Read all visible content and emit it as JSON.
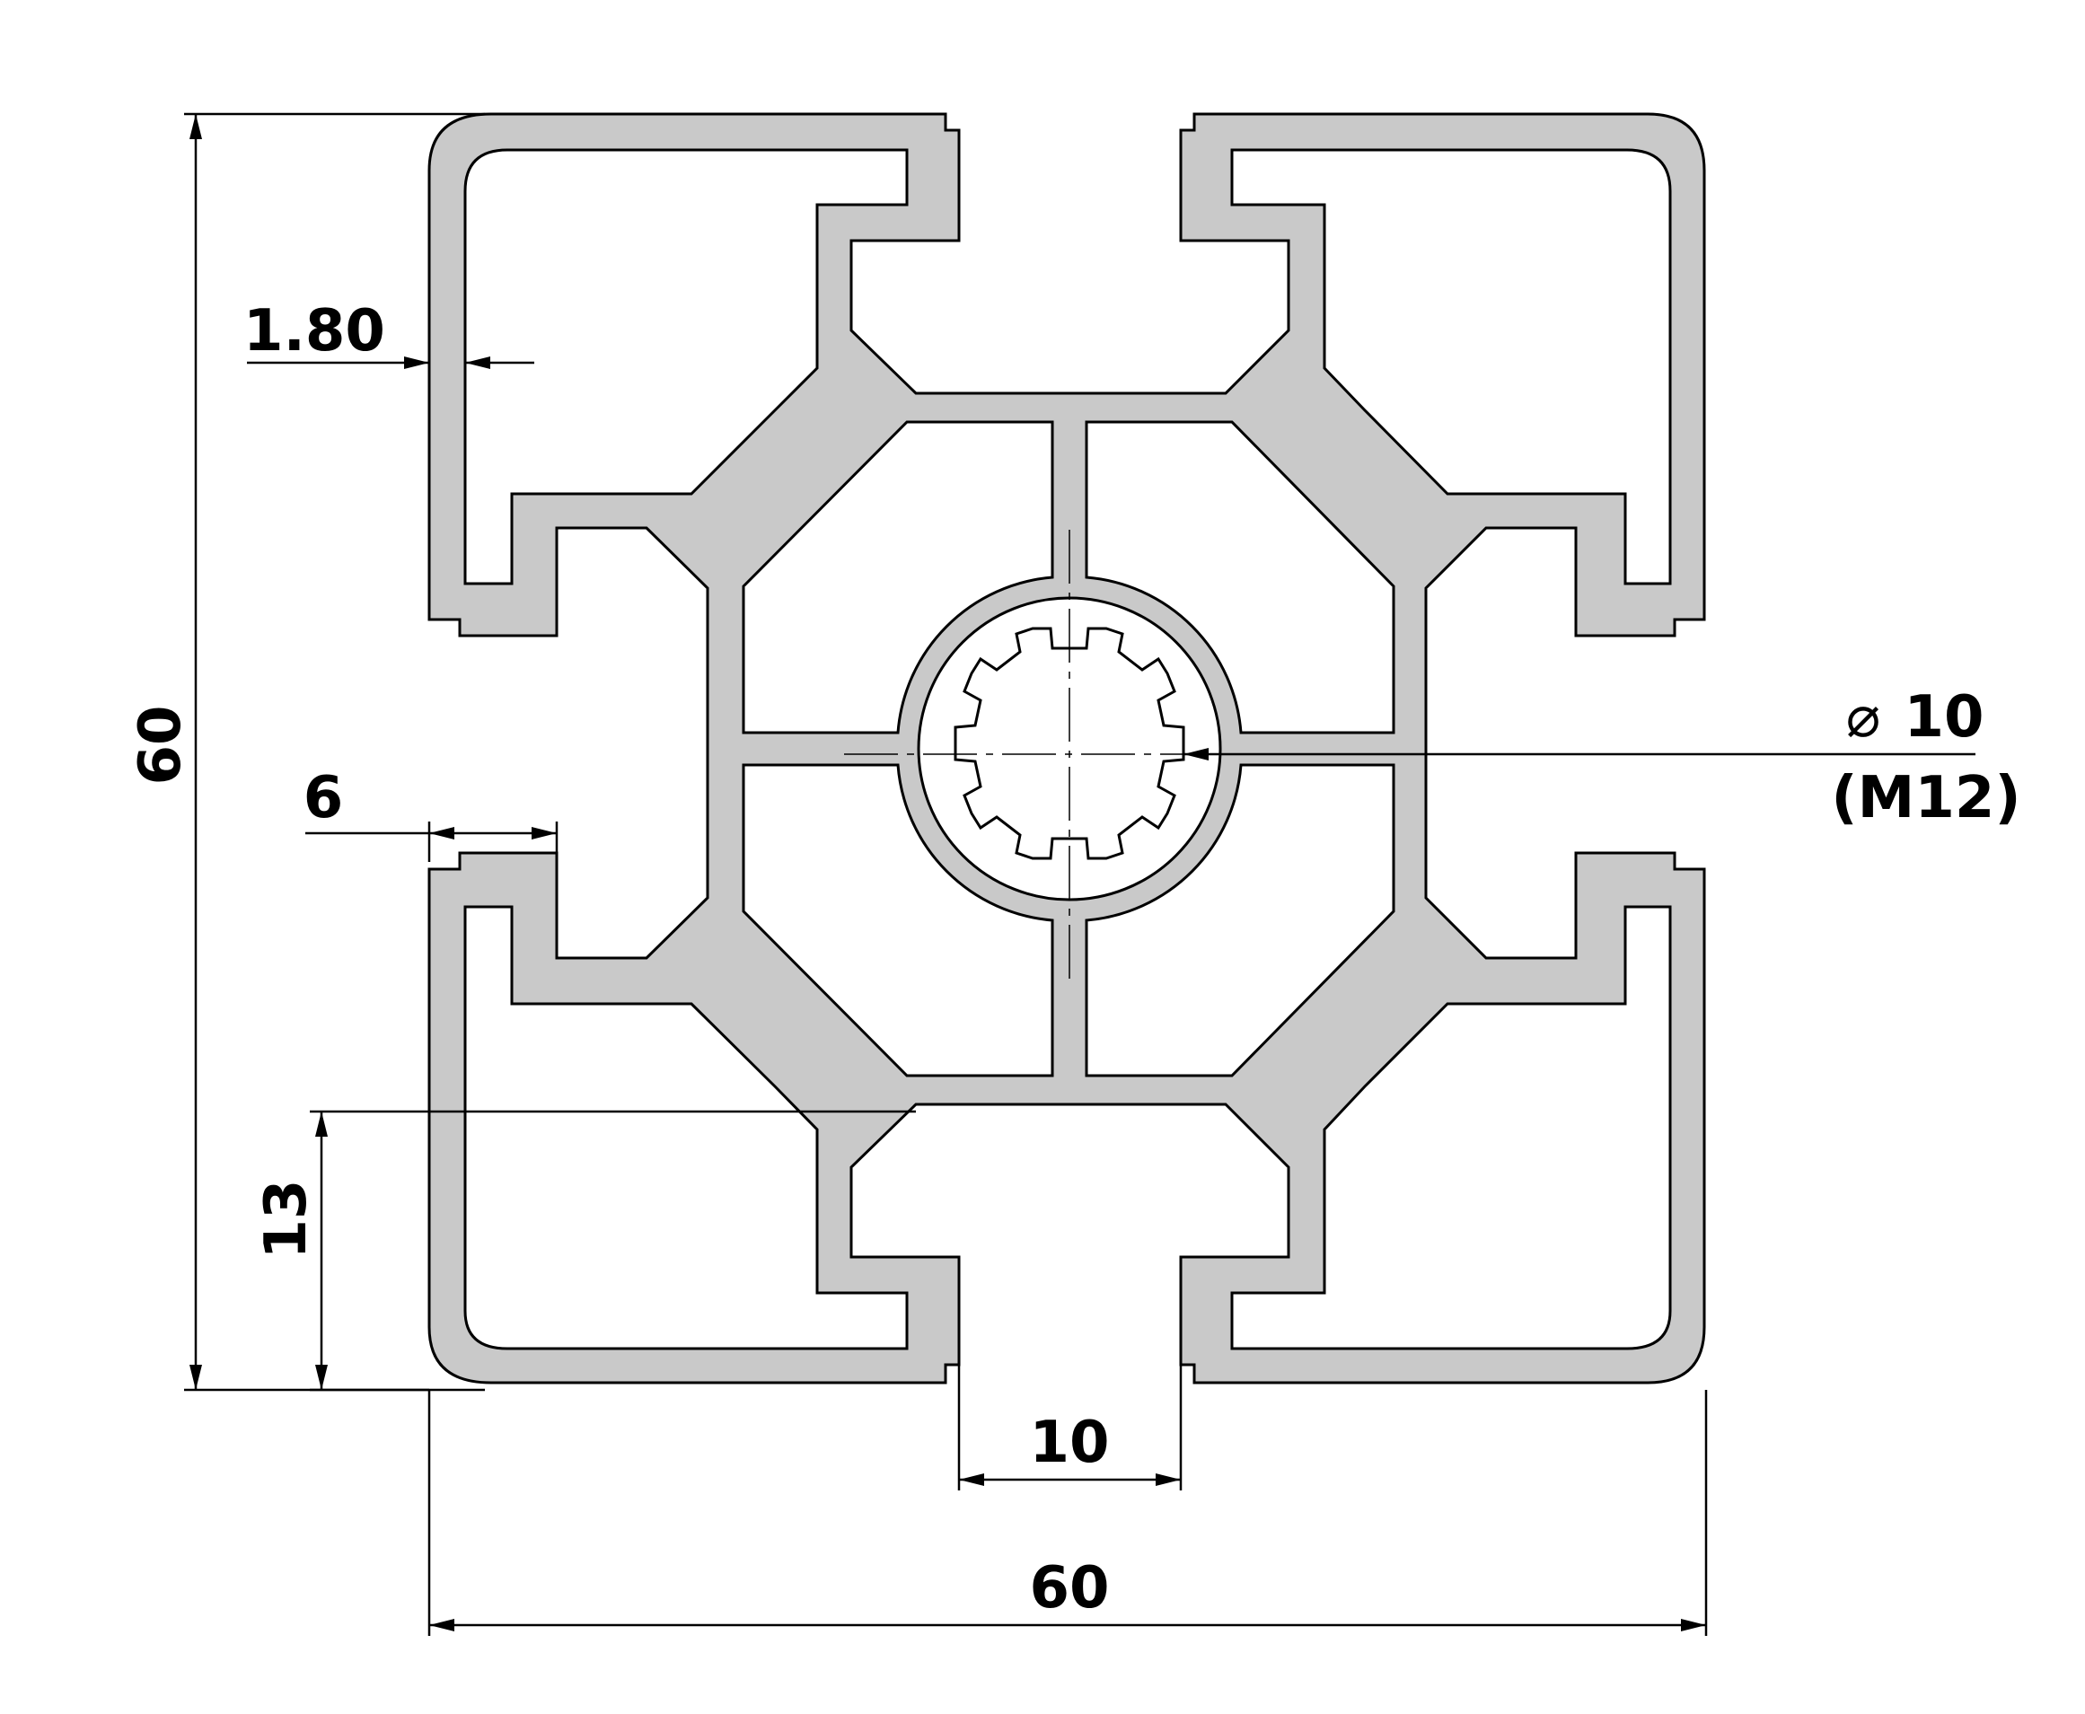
{
  "drawing": {
    "profile_fill": "#c9c9c9",
    "profile_stroke": "#000000",
    "background": "#ffffff"
  },
  "dimensions": {
    "height_overall": "60",
    "width_overall": "60",
    "wall_thickness": "1.80",
    "slot_depth": "6",
    "slot_width": "10",
    "offset": "13",
    "bore_diameter_symbol": "⌀",
    "bore_diameter": "10",
    "thread": "(M12)"
  }
}
